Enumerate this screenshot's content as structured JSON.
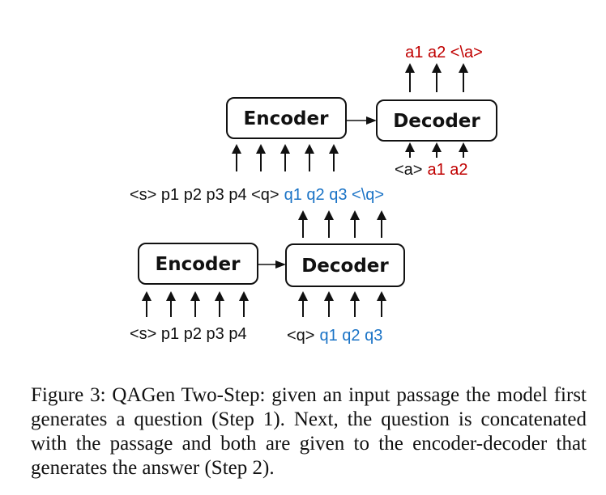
{
  "diagram": {
    "step2": {
      "encoder_label": "Encoder",
      "decoder_label": "Decoder",
      "output_tokens": "a1 a2 <\\a>",
      "decoder_input_prefix": "<a>",
      "decoder_input_tokens": "a1 a2",
      "encoder_input_black": "<s> p1 p2 p3 p4 <q>",
      "encoder_input_blue": "q1 q2 q3 <\\q>"
    },
    "step1": {
      "encoder_label": "Encoder",
      "decoder_label": "Decoder",
      "encoder_input": "<s> p1 p2 p3 p4",
      "decoder_input_prefix": "<q>",
      "decoder_input_tokens": "q1 q2 q3"
    },
    "colors": {
      "answer_tokens": "#c00000",
      "question_tokens": "#1a73c6",
      "default": "#111111"
    }
  },
  "caption": "Figure 3: QAGen Two-Step: given an input passage the model first generates a question (Step 1). Next, the question is concatenated with the passage and both are given to the encoder-decoder that generates the answer (Step 2)."
}
